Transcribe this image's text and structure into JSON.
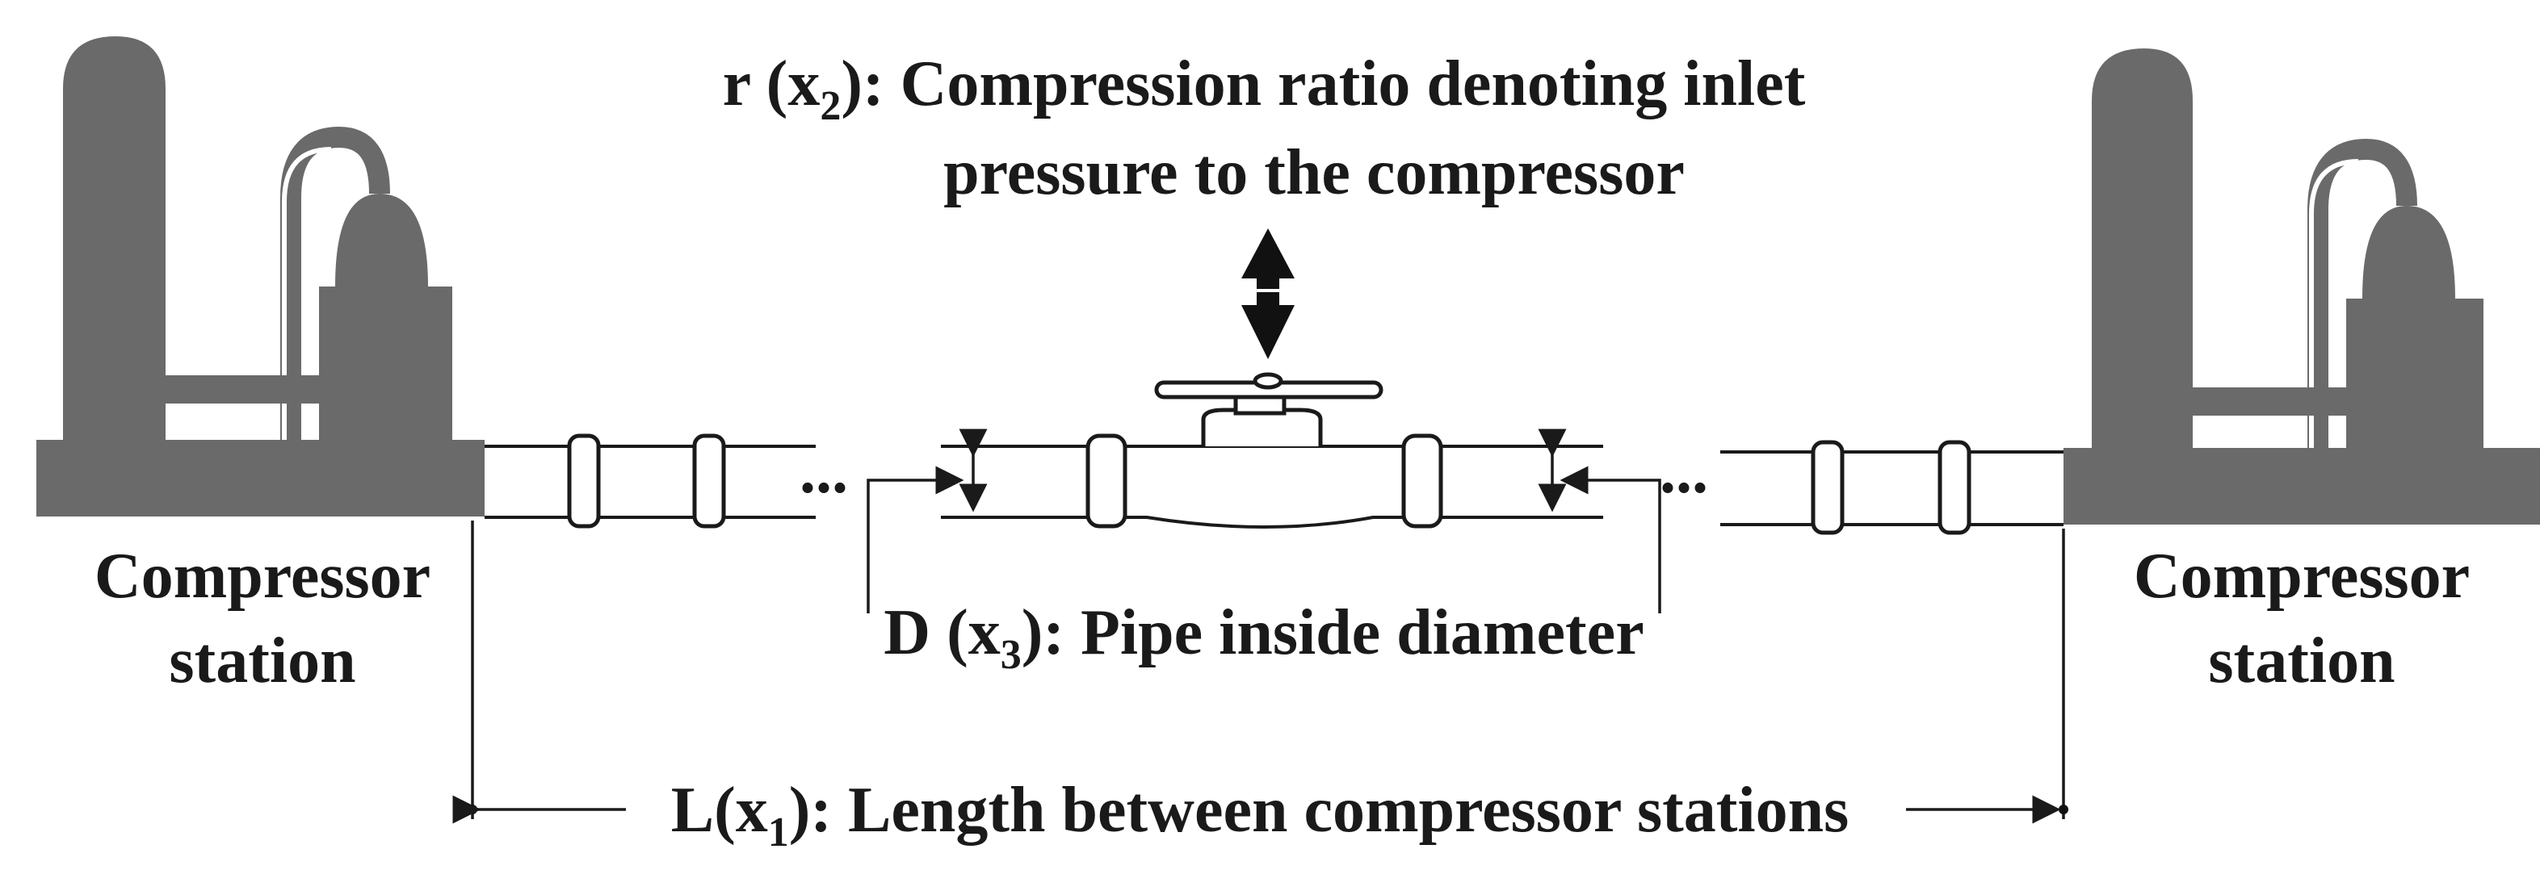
{
  "labels": {
    "station_left_line1": "Compressor",
    "station_left_line2": "station",
    "station_right_line1": "Compressor",
    "station_right_line2": "station",
    "ratio_r": "r (x",
    "ratio_sub": "2",
    "ratio_rest": "): Compression ratio denoting inlet",
    "ratio_line2": "pressure to the compressor",
    "diam_d": "D (x",
    "diam_sub": "3",
    "diam_rest": "): Pipe inside diameter",
    "length_l": "L(x",
    "length_sub": "1",
    "length_rest": "): Length between compressor stations",
    "ellipsis": "..."
  },
  "colors": {
    "station_fill": "#6a6a6a",
    "line": "#1a1a1a",
    "background": "#ffffff"
  },
  "icons": {
    "station": "compressor-station-icon",
    "valve": "valve-icon",
    "double_arrow": "double-arrow-icon"
  }
}
